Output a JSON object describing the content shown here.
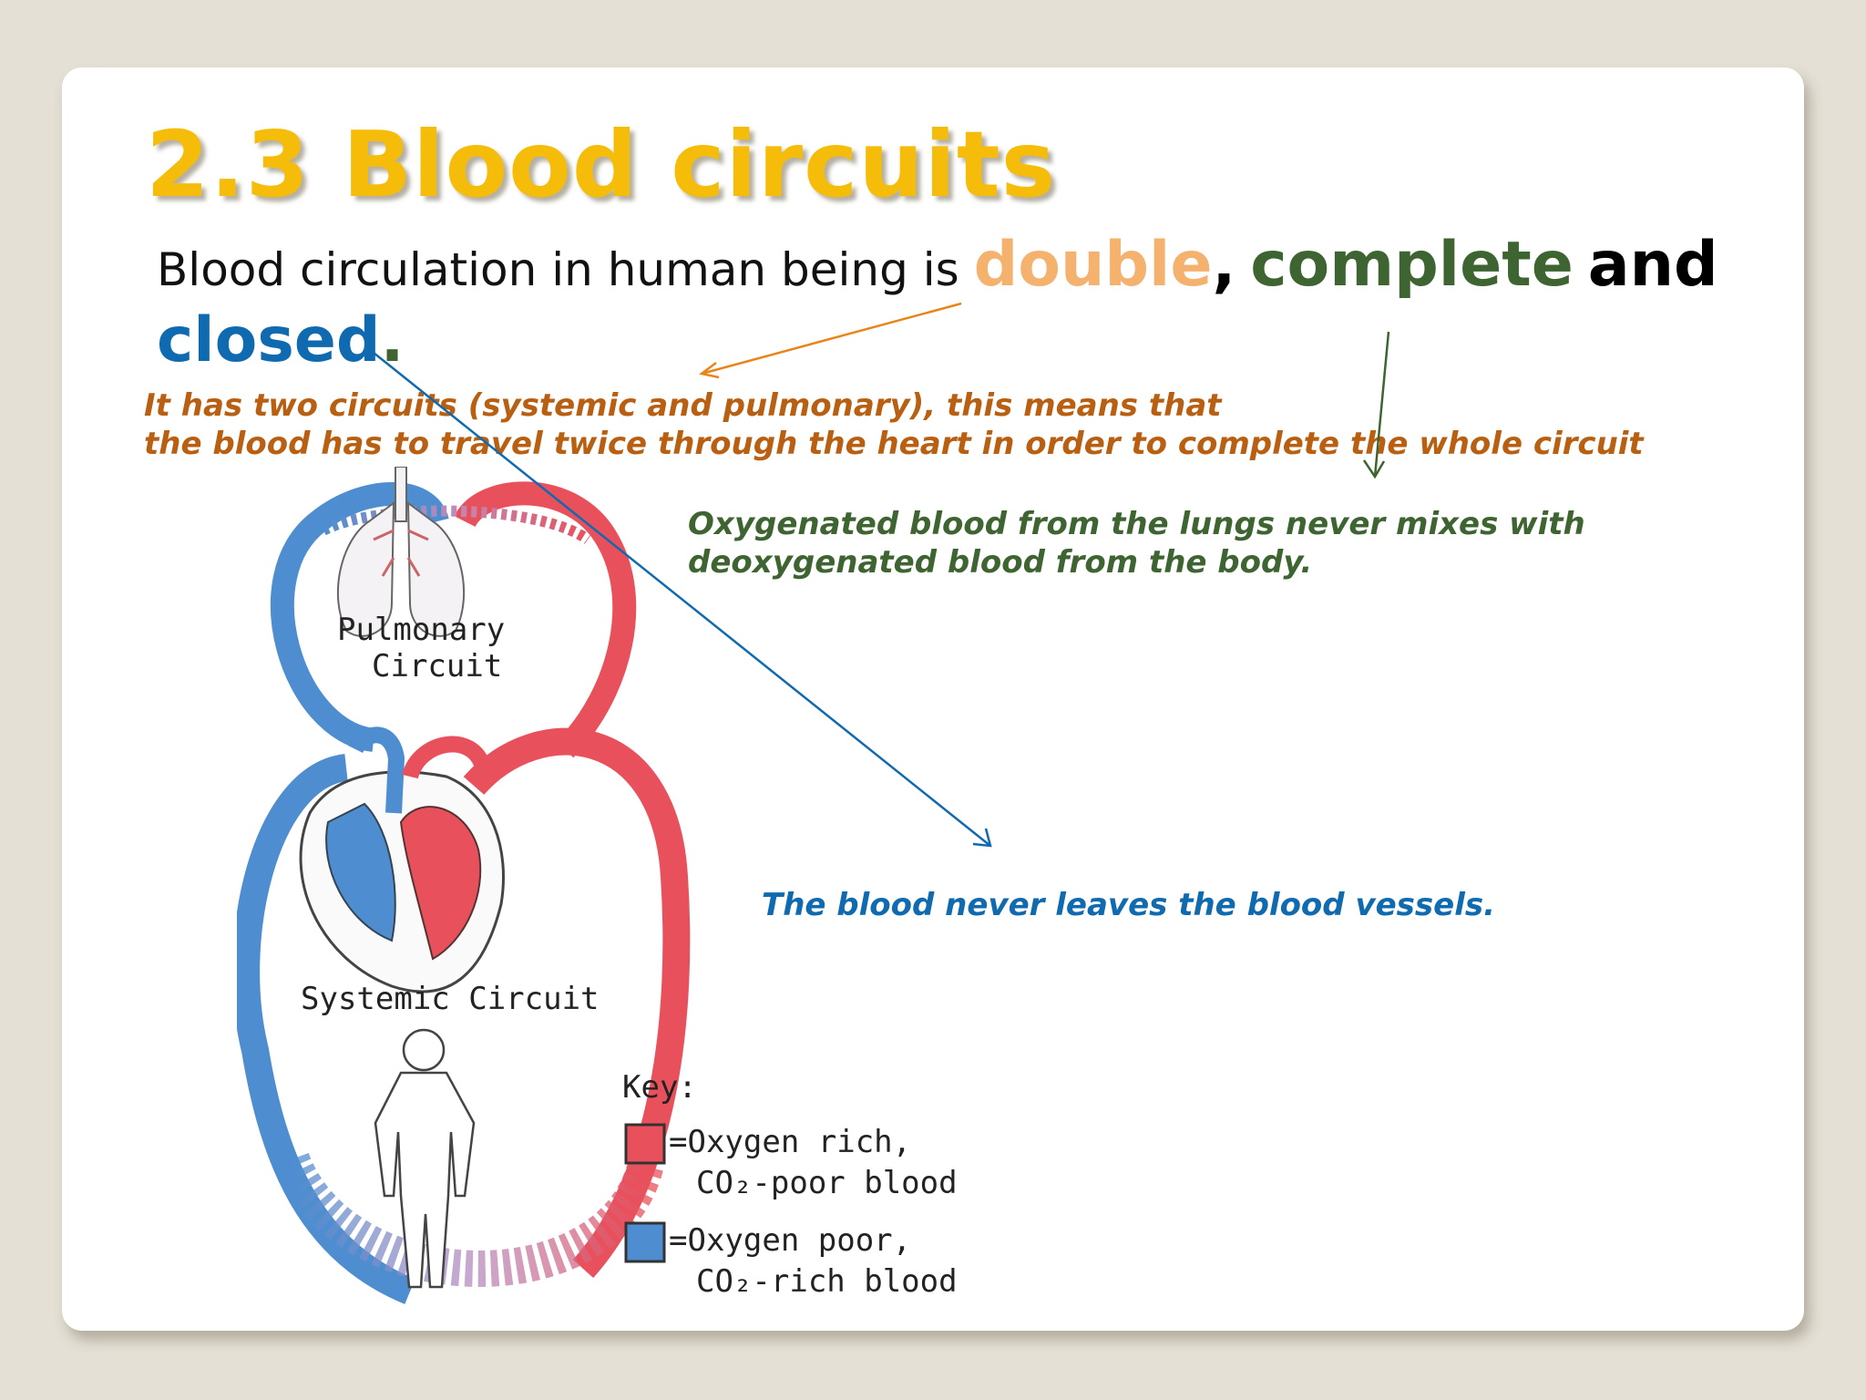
{
  "slide": {
    "title": "2.3 Blood circuits",
    "lead": {
      "prefix": "Blood circulation in human being is ",
      "word_double": "double",
      "comma": ",",
      "word_complete": "complete",
      "word_and": "and",
      "word_closed": "closed",
      "dot": "."
    },
    "notes": {
      "double": {
        "line1": "It has two circuits (systemic and pulmonary), this means that",
        "line2": "the blood has to travel twice through the heart in order to complete the whole circuit"
      },
      "complete": {
        "line1": "Oxygenated blood from the lungs never mixes with",
        "line2": "deoxygenated blood from the body."
      },
      "closed": {
        "line1": "The blood never leaves the blood vessels."
      }
    },
    "colors": {
      "title": "#f5bd0a",
      "double": "#f4b26e",
      "complete": "#3e6431",
      "closed": "#0f6ab0",
      "note_double": "#b95f12",
      "oxygen_rich": "#e8515c",
      "oxygen_poor": "#4e8ed0"
    }
  },
  "diagram": {
    "pulmonary_label_1": "Pulmonary",
    "pulmonary_label_2": "Circuit",
    "systemic_label": "Systemic Circuit",
    "key_title": "Key:",
    "key_rich_1": "=Oxygen rich,",
    "key_rich_2": "CO₂-poor blood",
    "key_poor_1": "=Oxygen poor,",
    "key_poor_2": "CO₂-rich blood"
  }
}
